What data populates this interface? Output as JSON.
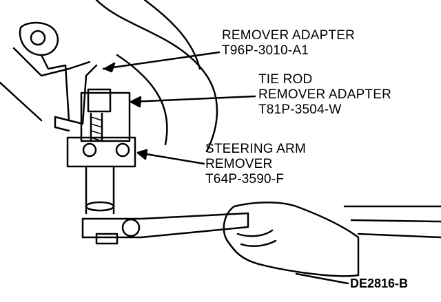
{
  "callouts": [
    {
      "lines": [
        "REMOVER ADAPTER",
        "T96P-3010-A1"
      ]
    },
    {
      "lines": [
        "TIE ROD",
        "REMOVER ADAPTER",
        "T81P-3504-W"
      ]
    },
    {
      "lines": [
        "STEERING ARM",
        "REMOVER",
        "T64P-3590-F"
      ]
    }
  ],
  "figure_code": "DE2816-B"
}
